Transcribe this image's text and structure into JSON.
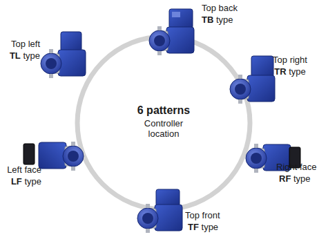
{
  "diagram": {
    "labels": [
      "Top back",
      "TB",
      "type",
      "Top left",
      "TL",
      "type",
      "Top right",
      "TR",
      "type",
      "6 patterns",
      "Controller location",
      "Left face",
      "LF",
      "type",
      "Right face",
      "RF",
      "type",
      "Top front",
      "TF",
      "type"
    ]
  }
}
